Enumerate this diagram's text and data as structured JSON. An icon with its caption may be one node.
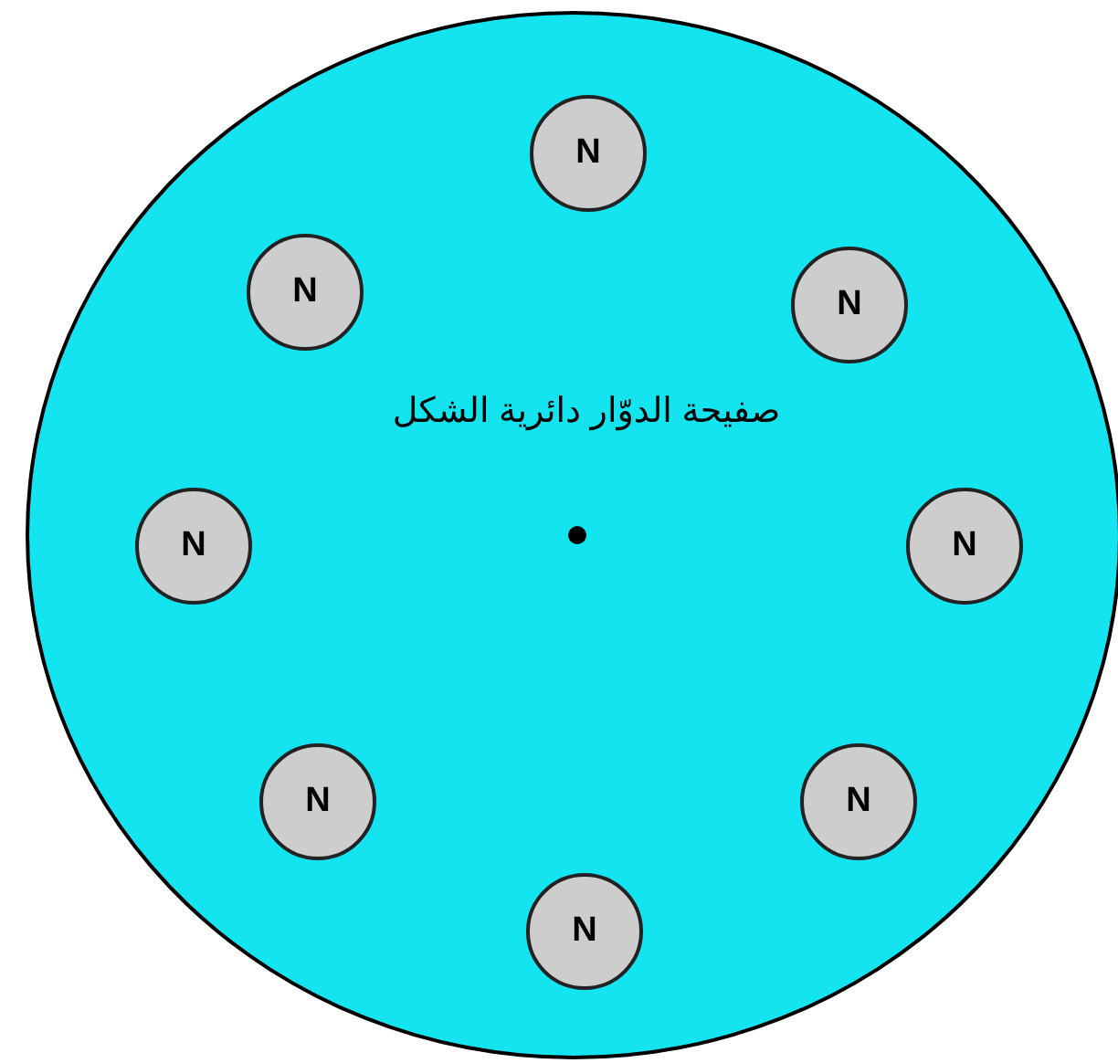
{
  "diagram": {
    "nodes": [
      {
        "text": [
          "صفيحة الدوّار دائرية الشكل"
        ]
      },
      {
        "text": [
          "N"
        ],
        "in": 0
      },
      {
        "text": [
          "N"
        ],
        "in": 0
      },
      {
        "text": [
          "N"
        ],
        "in": 0
      },
      {
        "text": [
          "N"
        ],
        "in": 0
      },
      {
        "text": [
          "N"
        ],
        "in": 0
      },
      {
        "text": [
          "N"
        ],
        "in": 0
      },
      {
        "text": [
          "N"
        ],
        "in": 0
      },
      {
        "text": [
          "N"
        ],
        "in": 0
      }
    ]
  }
}
